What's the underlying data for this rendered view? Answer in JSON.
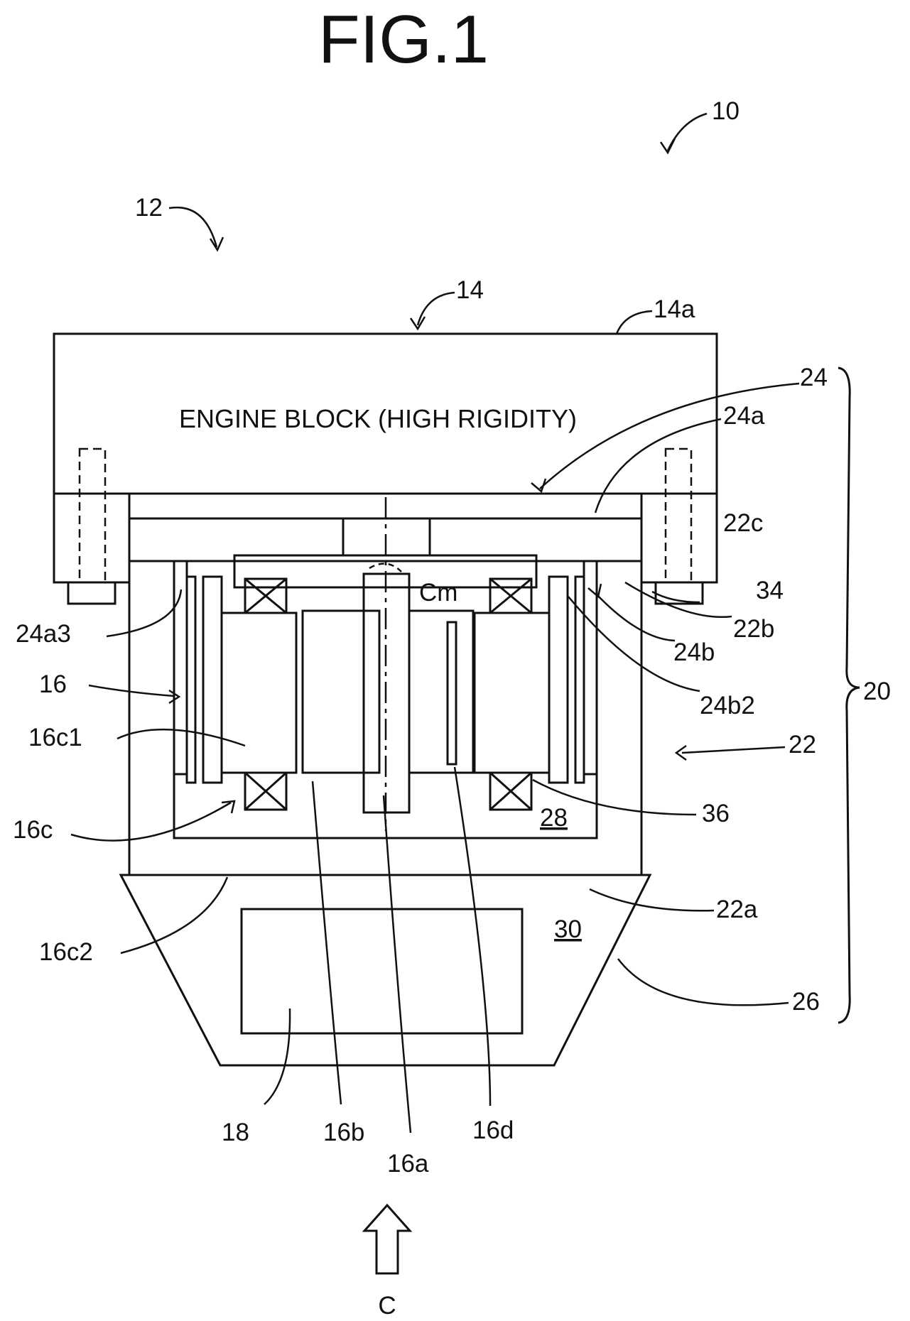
{
  "figure": {
    "title": "FIG.1",
    "engine_block_text": "ENGINE BLOCK (HIGH RIGIDITY)",
    "labels": {
      "l10": "10",
      "l12": "12",
      "l14": "14",
      "l14a": "14a",
      "l24": "24",
      "l24a": "24a",
      "l22c": "22c",
      "lCm": "Cm",
      "l34": "34",
      "l24a3": "24a3",
      "l22b": "22b",
      "l24b": "24b",
      "l16": "16",
      "l24b2": "24b2",
      "l20": "20",
      "l16c1": "16c1",
      "l22": "22",
      "l28": "28",
      "l36": "36",
      "l16c": "16c",
      "l22a": "22a",
      "l30": "30",
      "l16c2": "16c2",
      "l26": "26",
      "l18": "18",
      "l16b": "16b",
      "l16d": "16d",
      "l16a": "16a",
      "lC": "C"
    }
  }
}
